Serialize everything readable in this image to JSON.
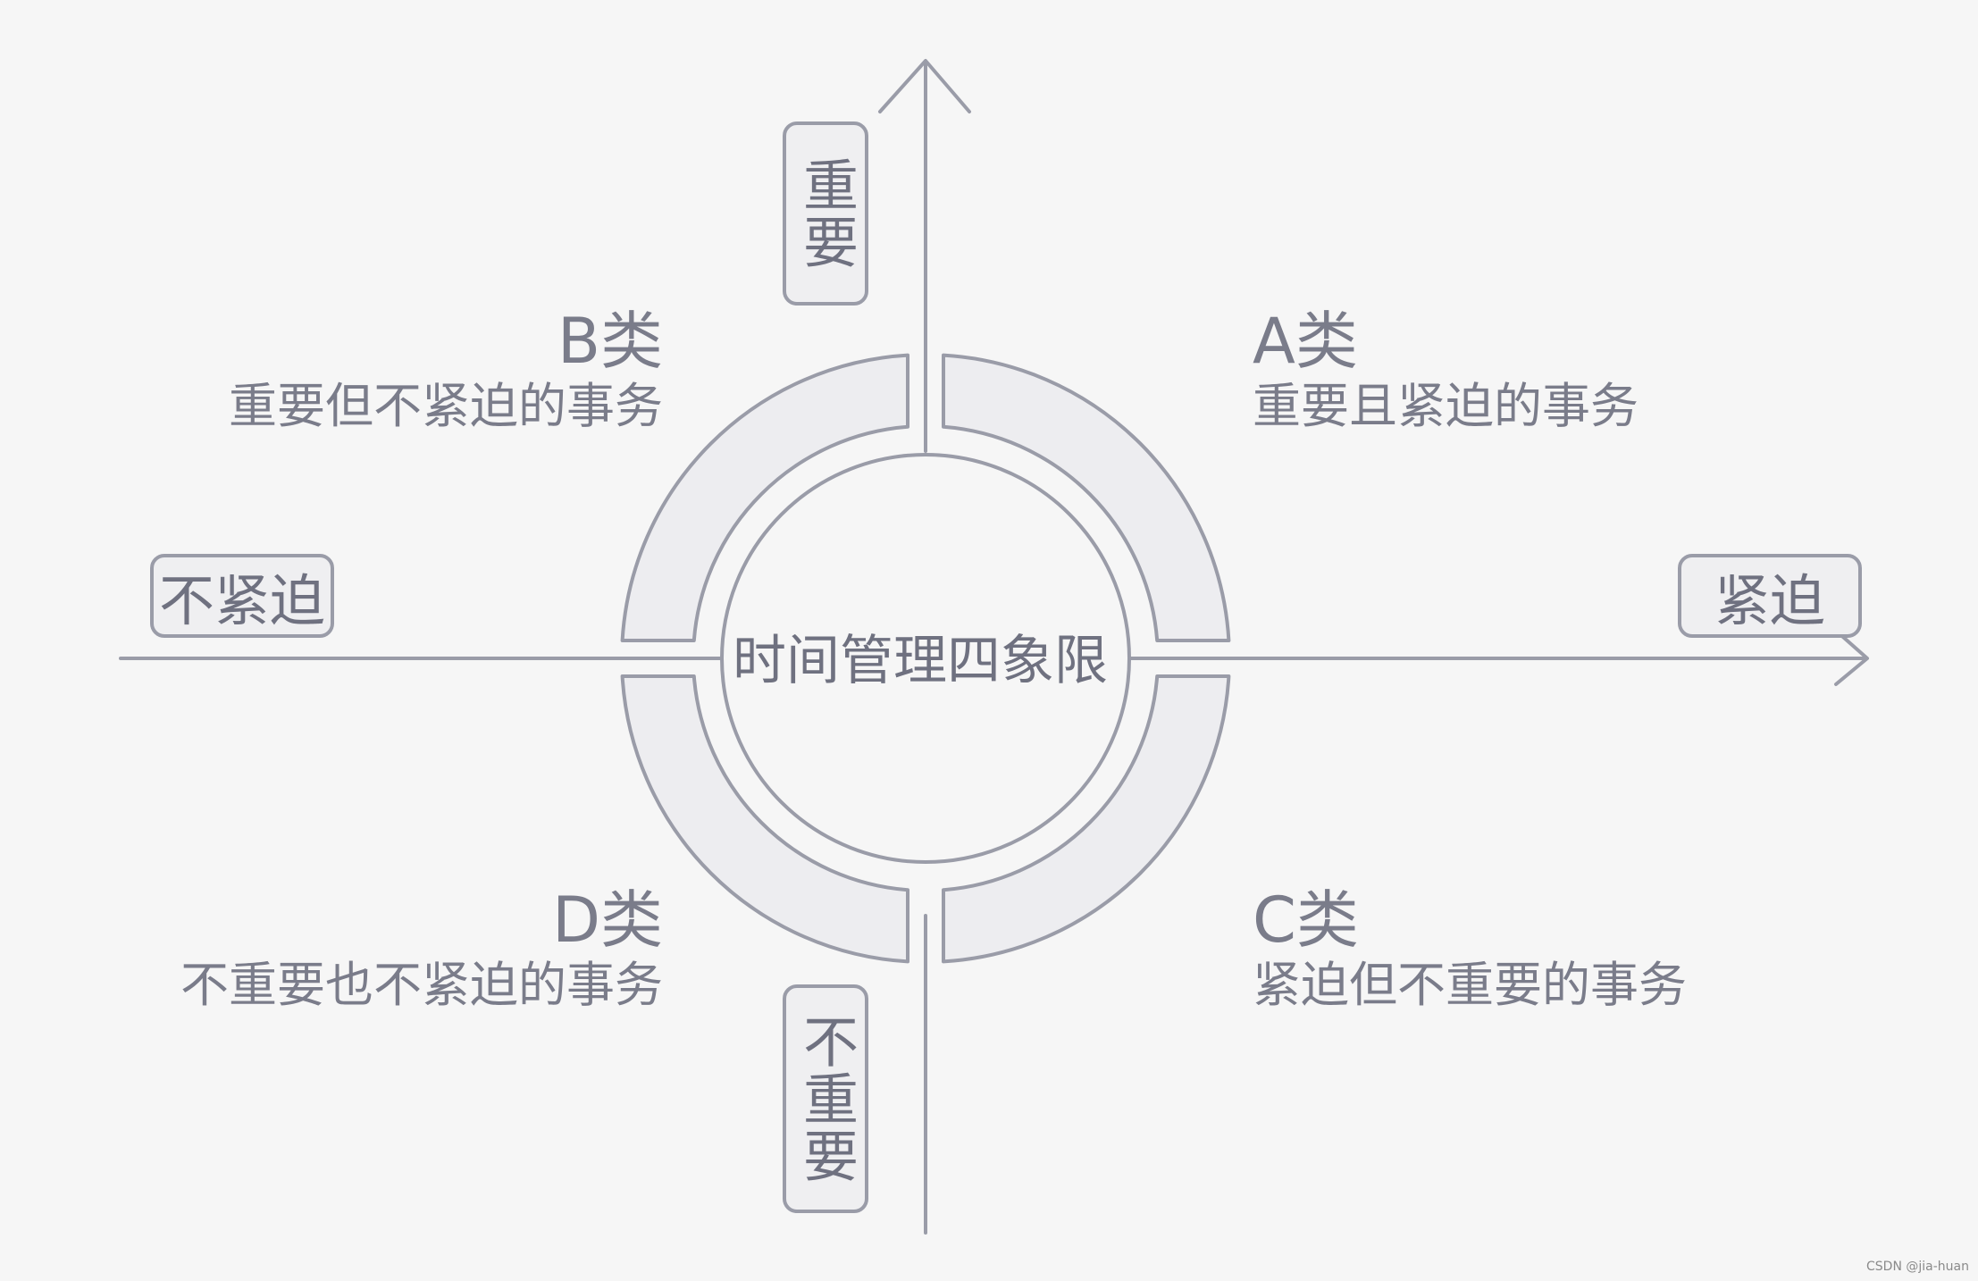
{
  "diagram": {
    "center_title": "时间管理四象限",
    "axes": {
      "up": "重要",
      "down": "不重要",
      "left": "不紧迫",
      "right": "紧迫"
    },
    "quadrants": {
      "A": {
        "title": "A类",
        "desc": "重要且紧迫的事务"
      },
      "B": {
        "title": "B类",
        "desc": "重要但不紧迫的事务"
      },
      "C": {
        "title": "C类",
        "desc": "紧迫但不重要的事务"
      },
      "D": {
        "title": "D类",
        "desc": "不重要也不紧迫的事务"
      }
    },
    "colors": {
      "line": "#9a9ca8",
      "fill": "#ededf0",
      "text": "#7a7c8a",
      "background": "#f6f6f6"
    }
  },
  "watermark": "CSDN @jia-huan"
}
